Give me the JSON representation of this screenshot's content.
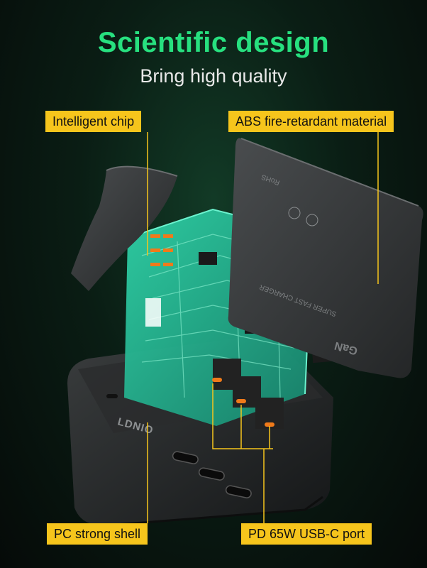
{
  "header": {
    "title": "Scientific design",
    "subtitle": "Bring high quality"
  },
  "callouts": {
    "chip": "Intelligent chip",
    "abs": "ABS fire-retardant material",
    "shell": "PC strong shell",
    "port": "PD 65W USB-C port"
  },
  "product": {
    "brand_logo": "LDNIO",
    "lid_brand": "GaN",
    "lid_text": "SUPER FAST CHARGER",
    "lid_mark": "RoHS"
  },
  "colors": {
    "accent_green": "#27e07f",
    "callout_yellow": "#f6c51c",
    "pcb_green": "#2bbf99",
    "pin_orange": "#f07a1a"
  }
}
